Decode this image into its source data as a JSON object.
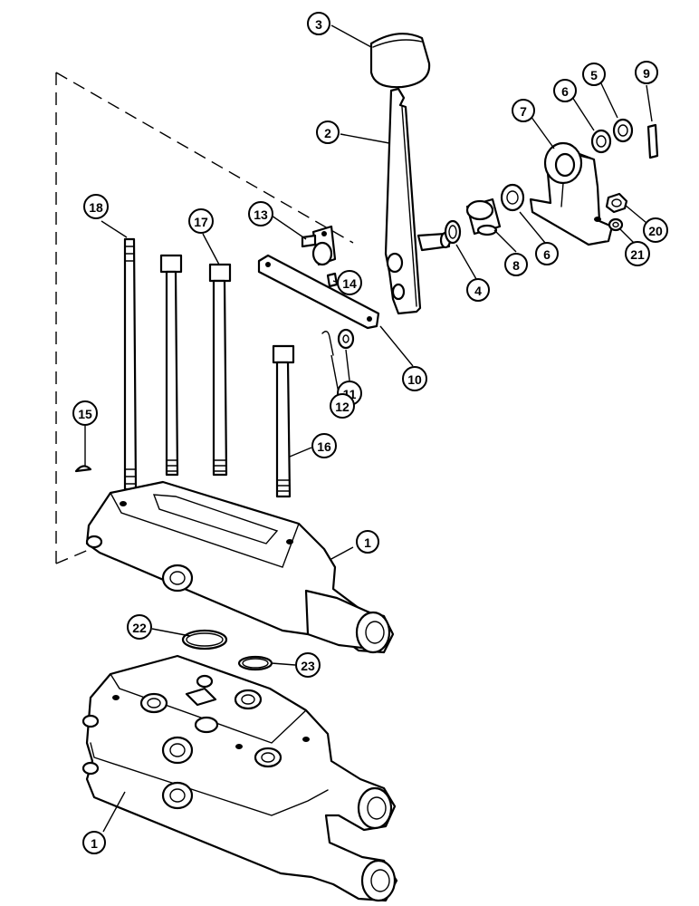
{
  "callouts": [
    {
      "label": "1"
    },
    {
      "label": "2"
    },
    {
      "label": "3"
    },
    {
      "label": "4"
    },
    {
      "label": "5"
    },
    {
      "label": "6"
    },
    {
      "label": "6"
    },
    {
      "label": "7"
    },
    {
      "label": "8"
    },
    {
      "label": "9"
    },
    {
      "label": "10"
    },
    {
      "label": "11"
    },
    {
      "label": "12"
    },
    {
      "label": "13"
    },
    {
      "label": "14"
    },
    {
      "label": "15"
    },
    {
      "label": "16"
    },
    {
      "label": "17"
    },
    {
      "label": "18"
    },
    {
      "label": "20"
    },
    {
      "label": "21"
    },
    {
      "label": "22"
    },
    {
      "label": "23"
    },
    {
      "label": "1"
    }
  ],
  "colors": {
    "ink": "#000000",
    "paper": "#ffffff"
  }
}
